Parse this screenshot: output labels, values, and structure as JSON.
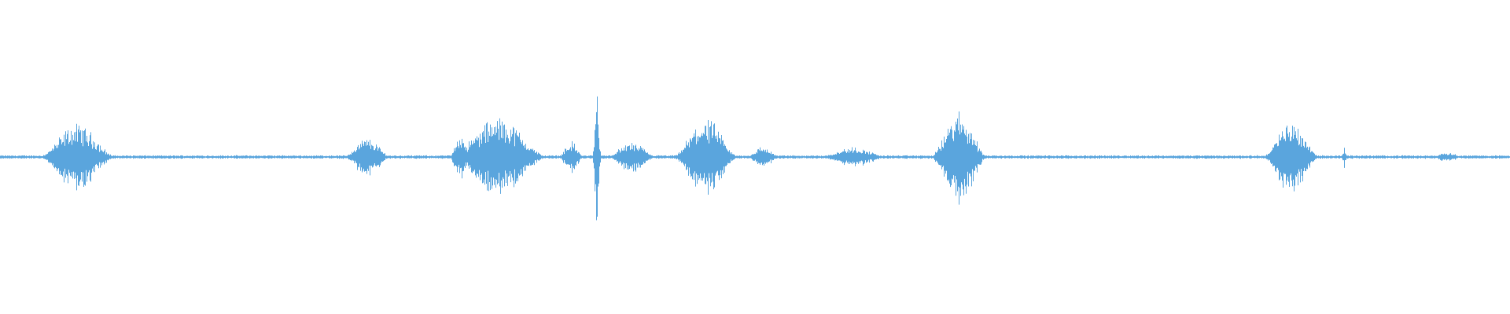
{
  "waveform": {
    "color": "#5aa5dd",
    "background": "#ffffff",
    "baseline_amplitude": 0.005,
    "events": [
      {
        "center": 0.051,
        "width": 0.027,
        "amplitude": 0.095
      },
      {
        "center": 0.243,
        "width": 0.017,
        "amplitude": 0.055
      },
      {
        "center": 0.305,
        "width": 0.008,
        "amplitude": 0.07
      },
      {
        "center": 0.33,
        "width": 0.034,
        "amplitude": 0.115
      },
      {
        "center": 0.378,
        "width": 0.009,
        "amplitude": 0.045
      },
      {
        "center": 0.395,
        "width": 0.003,
        "amplitude": 0.19
      },
      {
        "center": 0.418,
        "width": 0.018,
        "amplitude": 0.042
      },
      {
        "center": 0.467,
        "width": 0.023,
        "amplitude": 0.11
      },
      {
        "center": 0.505,
        "width": 0.012,
        "amplitude": 0.03
      },
      {
        "center": 0.565,
        "width": 0.025,
        "amplitude": 0.028
      },
      {
        "center": 0.635,
        "width": 0.02,
        "amplitude": 0.13
      },
      {
        "center": 0.855,
        "width": 0.02,
        "amplitude": 0.105
      },
      {
        "center": 0.89,
        "width": 0.002,
        "amplitude": 0.03
      },
      {
        "center": 0.958,
        "width": 0.012,
        "amplitude": 0.015
      }
    ]
  }
}
